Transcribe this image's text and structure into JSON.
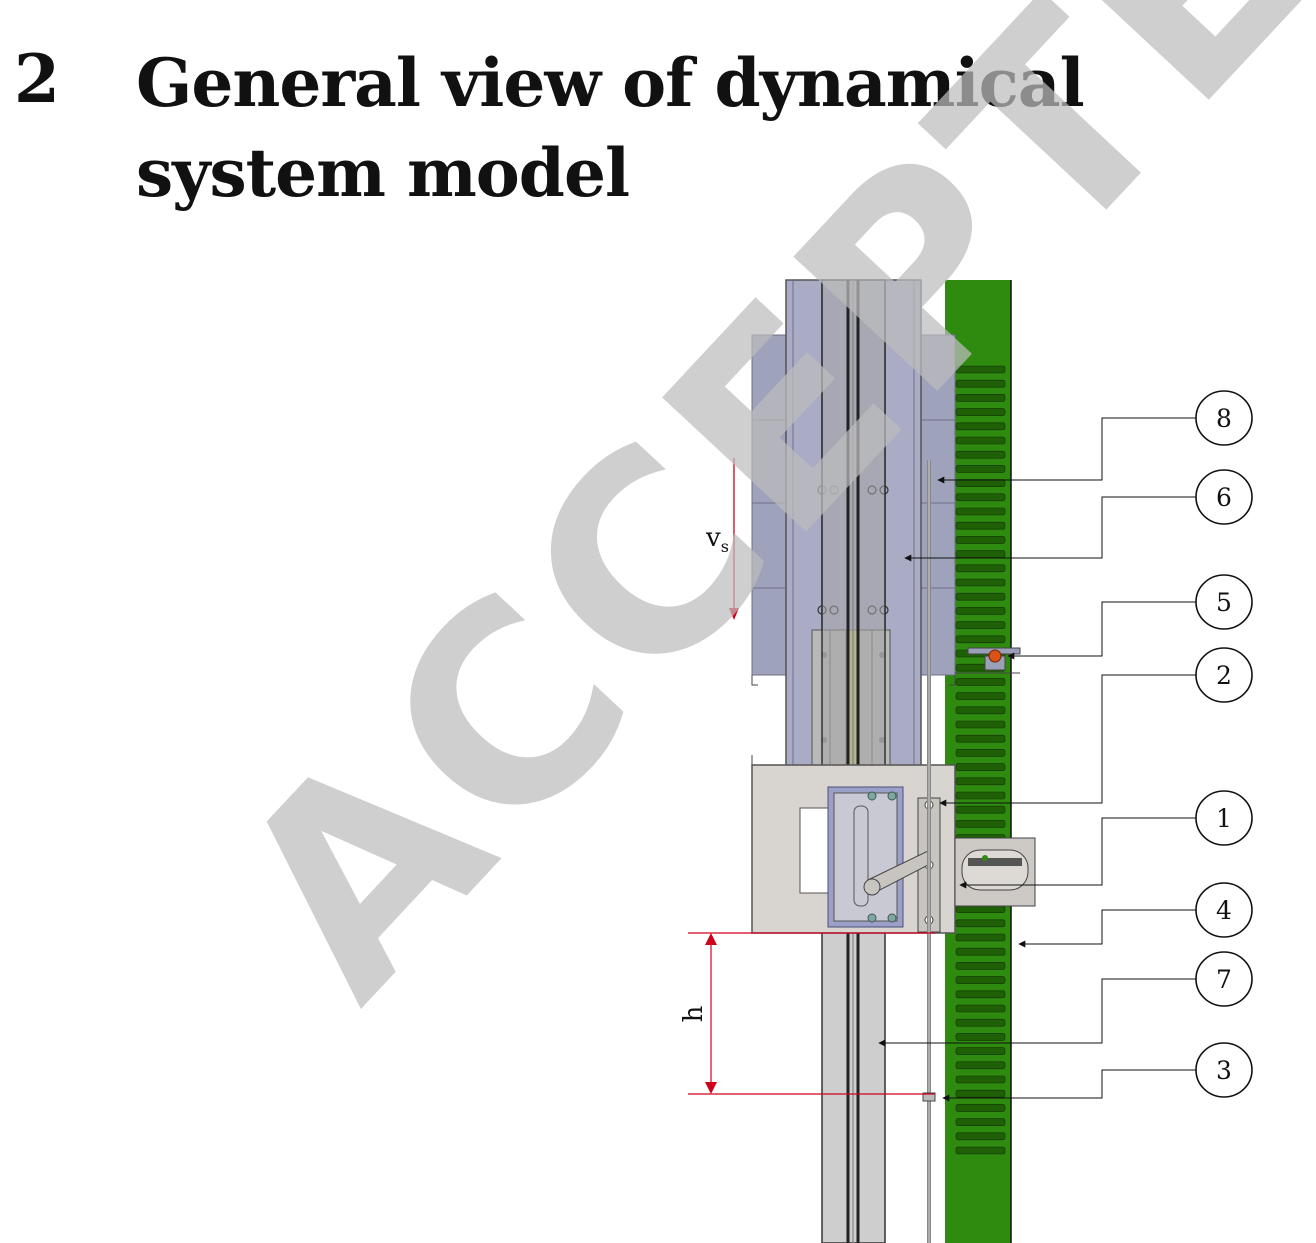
{
  "section": {
    "number": "2",
    "title": "General view of dynamical system model"
  },
  "watermark": {
    "text": "ACCEPTED MANUSCRIPT",
    "color": "#c8c8c8"
  },
  "figure": {
    "velocity_label": "v",
    "velocity_subscript": "s",
    "height_label": "h",
    "callouts": [
      "8",
      "6",
      "5",
      "2",
      "1",
      "4",
      "7",
      "3"
    ],
    "colors": {
      "rail_green": "#2f8a10",
      "slot_green": "#1f5f06",
      "body_blue": "#a9acc4",
      "guide_gray": "#a6a6a6",
      "plate": "#d8d4cf",
      "dimension_red": "#d0021b"
    }
  }
}
